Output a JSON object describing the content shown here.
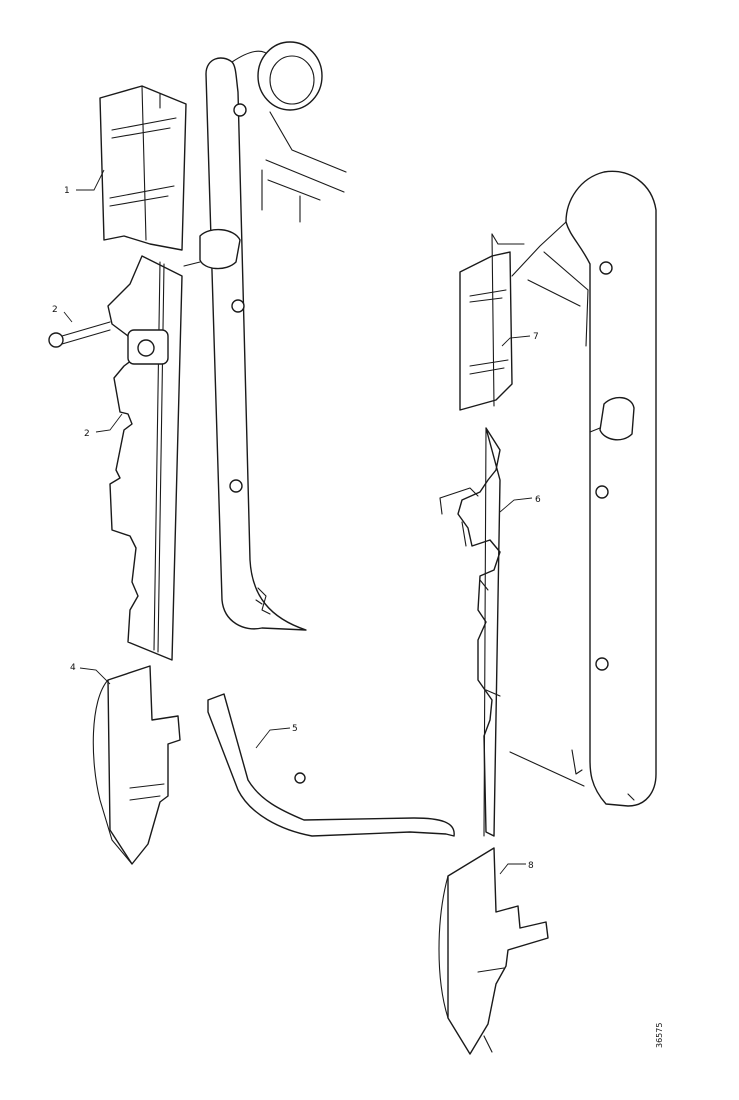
{
  "diagram": {
    "callouts": [
      {
        "id": "c1",
        "label": "1"
      },
      {
        "id": "c2a",
        "label": "2"
      },
      {
        "id": "c2b",
        "label": "2"
      },
      {
        "id": "c4",
        "label": "4"
      },
      {
        "id": "c5",
        "label": "5"
      },
      {
        "id": "c7",
        "label": "7"
      },
      {
        "id": "c6",
        "label": "6"
      },
      {
        "id": "c8",
        "label": "8"
      }
    ],
    "reference_number": "36575"
  }
}
